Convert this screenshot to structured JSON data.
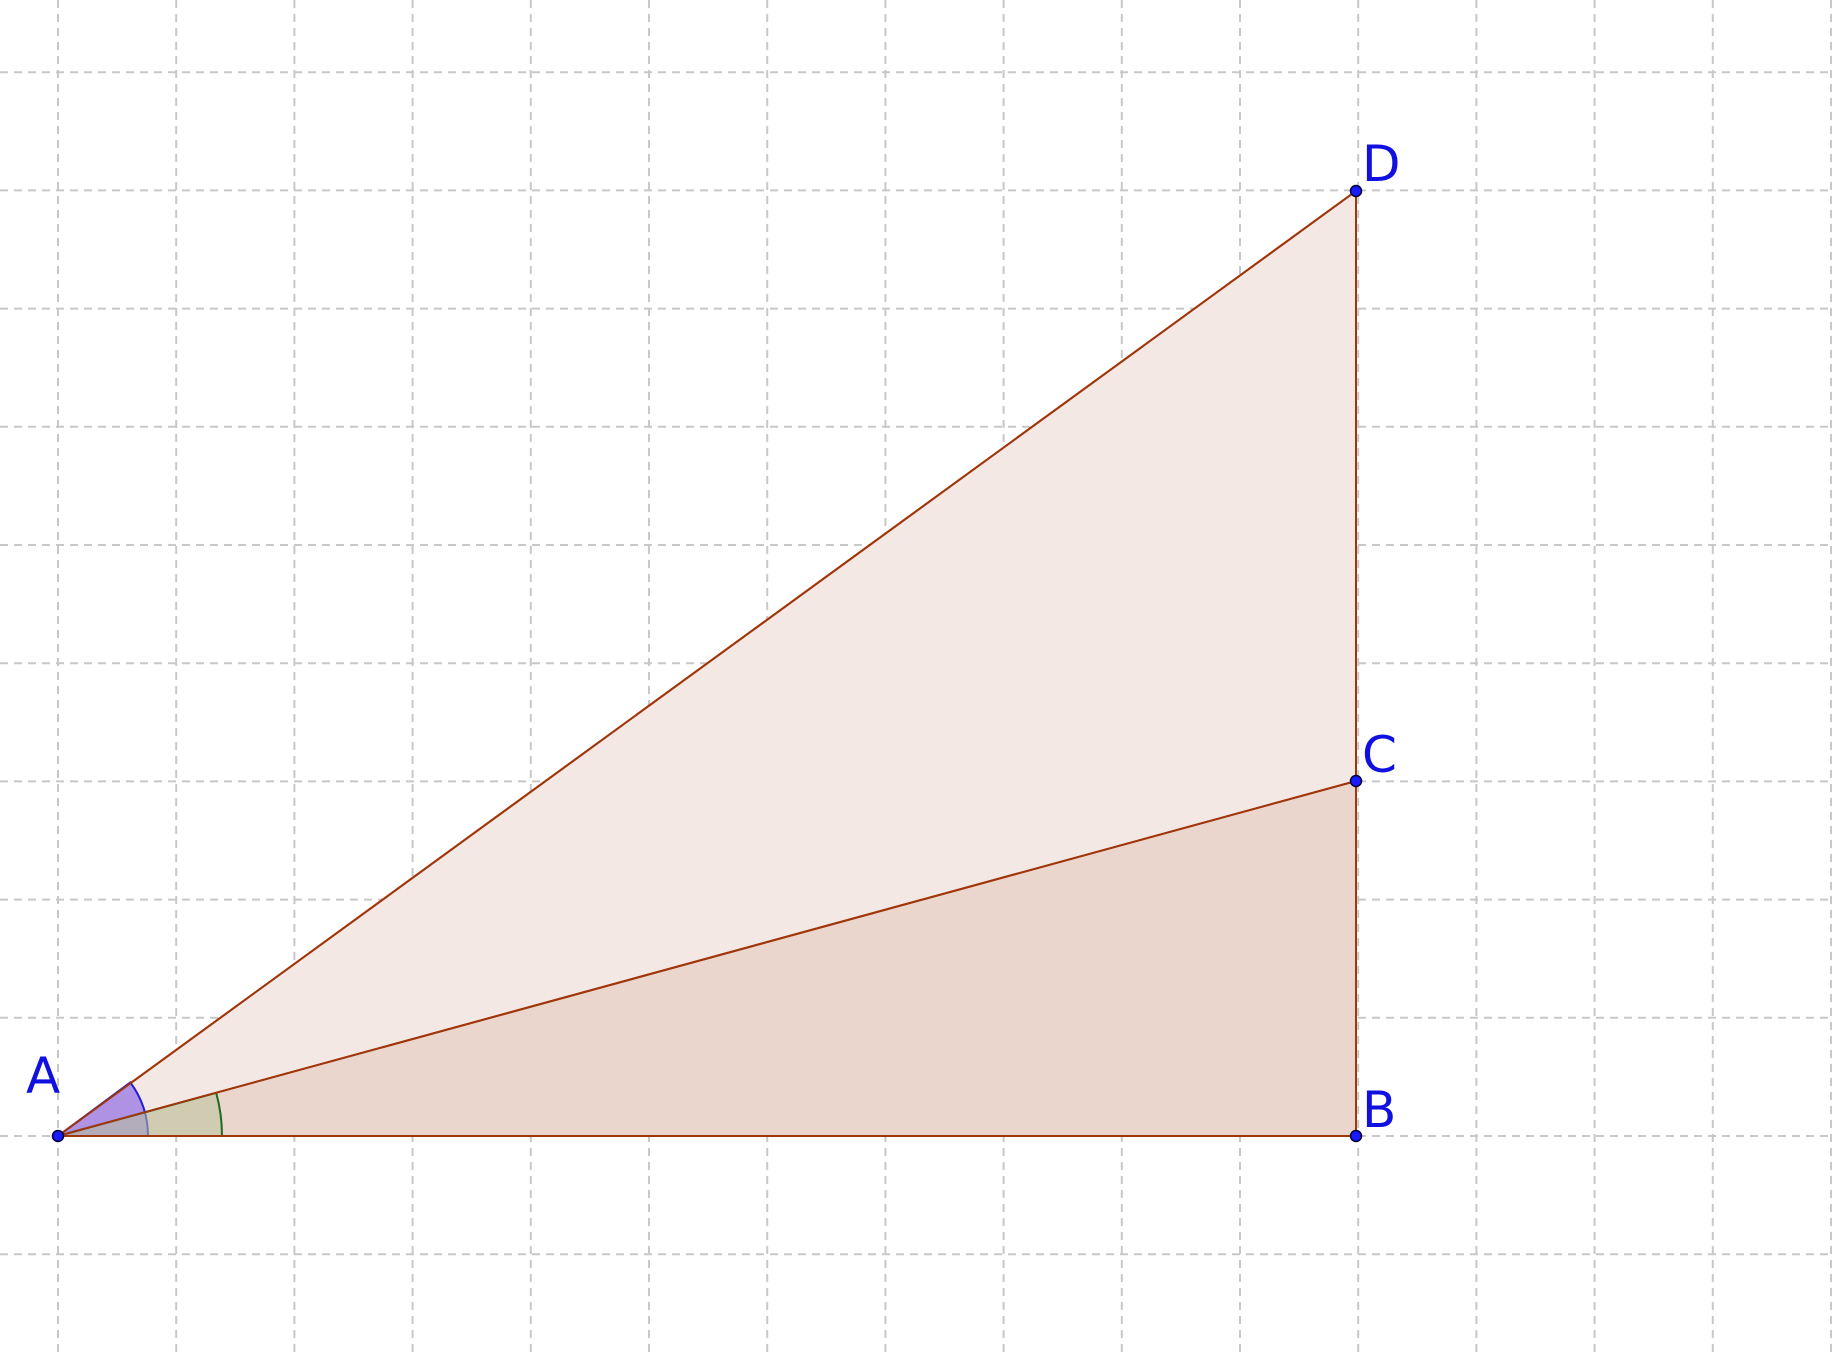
{
  "figure": {
    "points": [
      {
        "id": "A",
        "label": "A"
      },
      {
        "id": "B",
        "label": "B"
      },
      {
        "id": "C",
        "label": "C"
      },
      {
        "id": "D",
        "label": "D"
      }
    ],
    "triangles": [
      "ABD",
      "ABC"
    ],
    "angle_marks": [
      {
        "vertex": "A",
        "between": [
          "B",
          "D"
        ],
        "color": "#7b4fe0"
      },
      {
        "vertex": "A",
        "between": [
          "B",
          "C"
        ],
        "color": "#2e7d32"
      }
    ],
    "colors": {
      "edge": "#a0360a",
      "fill_outer": "#f4e8e4",
      "fill_inner": "#ead6cd",
      "points": "#1a1aff",
      "labels": "#1010e0",
      "grid": "#c8c8c8"
    },
    "grid": "dashed"
  }
}
